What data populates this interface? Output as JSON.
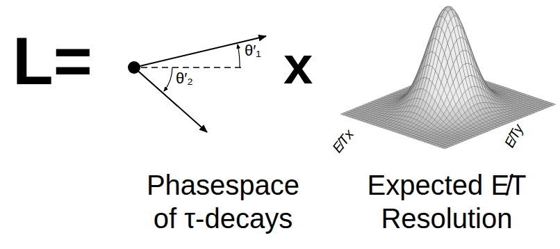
{
  "diagram": {
    "labels": [
      "L=",
      "θ′₁",
      "θ′₂",
      "x",
      "E̸Tx",
      "E̸Ty",
      "Phasespace of τ-decays",
      "Expected E̸T Resolution"
    ]
  }
}
